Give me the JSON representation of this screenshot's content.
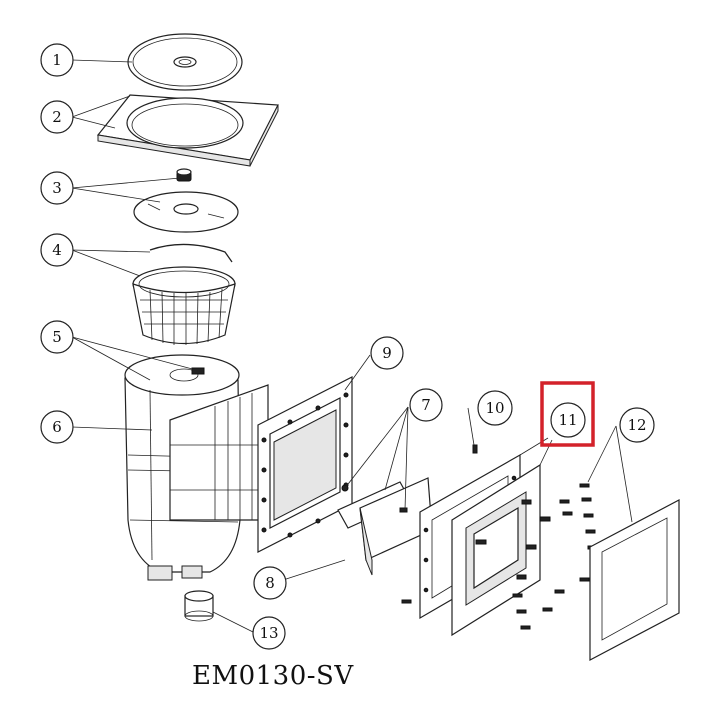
{
  "diagram": {
    "model": "EM0130-SV",
    "highlight_color": "#d3222a",
    "callouts": [
      {
        "id": "c1",
        "label": "1"
      },
      {
        "id": "c2",
        "label": "2"
      },
      {
        "id": "c3",
        "label": "3"
      },
      {
        "id": "c4",
        "label": "4"
      },
      {
        "id": "c5",
        "label": "5"
      },
      {
        "id": "c6",
        "label": "6"
      },
      {
        "id": "c7",
        "label": "7"
      },
      {
        "id": "c8",
        "label": "8"
      },
      {
        "id": "c9",
        "label": "9"
      },
      {
        "id": "c10",
        "label": "10"
      },
      {
        "id": "c11",
        "label": "11",
        "highlighted": true
      },
      {
        "id": "c12",
        "label": "12"
      },
      {
        "id": "c13",
        "label": "13"
      }
    ]
  }
}
